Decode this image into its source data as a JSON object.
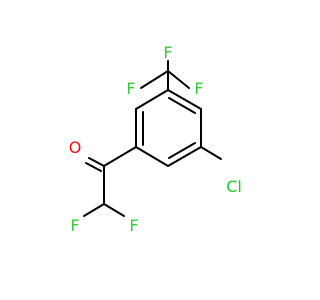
{
  "molecule": {
    "atoms": {
      "F_top_left": {
        "symbol": "F",
        "color": "#33cc33"
      },
      "F_top_center": {
        "symbol": "F",
        "color": "#33cc33"
      },
      "F_top_right": {
        "symbol": "F",
        "color": "#33cc33"
      },
      "O": {
        "symbol": "O",
        "color": "#ff0d0d"
      },
      "Cl": {
        "symbol": "Cl",
        "color": "#1fd01f"
      },
      "F_bottom_left": {
        "symbol": "F",
        "color": "#33cc33"
      },
      "F_bottom_right": {
        "symbol": "F",
        "color": "#33cc33"
      }
    },
    "bond_color": "#000000"
  }
}
